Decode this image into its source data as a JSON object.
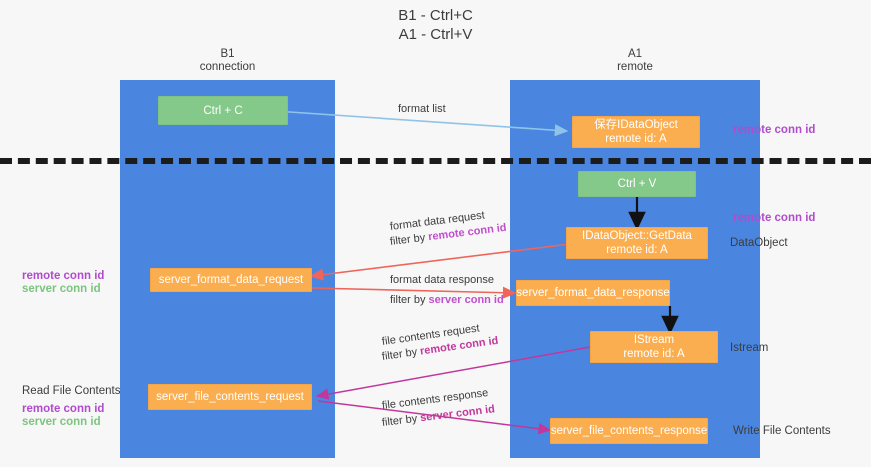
{
  "title": "B1 - Ctrl+C\nA1 - Ctrl+V",
  "columns": [
    {
      "id": "b1",
      "label": "B1\nconnection"
    },
    {
      "id": "a1",
      "label": "A1\nremote"
    }
  ],
  "nodes": [
    {
      "id": "ctrl-c",
      "lane": "b1",
      "kind": "green",
      "text": "Ctrl + C"
    },
    {
      "id": "save-idataobject",
      "lane": "a1",
      "kind": "orange",
      "text": "保存IDataObject\nremote id: A"
    },
    {
      "id": "ctrl-v",
      "lane": "a1",
      "kind": "green",
      "text": "Ctrl + V"
    },
    {
      "id": "idataobject-getdata",
      "lane": "a1",
      "kind": "orange",
      "text": "IDataObject::GetData\nremote id: A"
    },
    {
      "id": "server-format-data-request",
      "lane": "b1",
      "kind": "orange",
      "text": "server_format_data_request"
    },
    {
      "id": "server-format-data-response",
      "lane": "a1",
      "kind": "orange",
      "text": "server_format_data_response"
    },
    {
      "id": "istream",
      "lane": "a1",
      "kind": "orange",
      "text": "IStream\nremote id: A"
    },
    {
      "id": "server-file-contents-request",
      "lane": "b1",
      "kind": "orange",
      "text": "server_file_contents_request"
    },
    {
      "id": "server-file-contents-response",
      "lane": "a1",
      "kind": "orange",
      "text": "server_file_contents_response"
    }
  ],
  "edge_labels": {
    "format_list": "format list",
    "format_data_request": "format data request",
    "format_data_request_filter_prefix": "filter by ",
    "format_data_request_filter_key": "remote conn id",
    "format_data_response": "format data response",
    "format_data_response_filter_prefix": "filter by ",
    "format_data_response_filter_key": "server conn id",
    "file_contents_request": "file contents request",
    "file_contents_request_filter_prefix": "filter by ",
    "file_contents_request_filter_key": "remote conn id",
    "file_contents_response": "file contents response",
    "file_contents_response_filter_prefix": "filter by ",
    "file_contents_response_filter_key": "server conn id"
  },
  "annotations": {
    "right_top_remote_conn_id": "remote conn id",
    "right_mid_remote_conn_id": "remote conn id",
    "right_dataobject": "DataObject",
    "right_istream": "Istream",
    "right_write_file_contents": "Write File Contents",
    "left_remote_conn_id": "remote conn id",
    "left_server_conn_id": "server conn id",
    "left_read_file_contents": "Read File Contents",
    "left_bottom_remote_conn_id": "remote conn id",
    "left_bottom_server_conn_id": "server conn id"
  },
  "colors": {
    "lane": "#4a86e0",
    "green_node": "#84c98a",
    "orange_node": "#fbae50",
    "purple_accent": "#b14bcd",
    "green_accent": "#7cc47f",
    "red_arrow": "#f0655a",
    "magenta_arrow": "#c2379c",
    "blue_arrow": "#8fc4e8",
    "divider": "#1c1c1c",
    "background": "#f7f7f7"
  }
}
